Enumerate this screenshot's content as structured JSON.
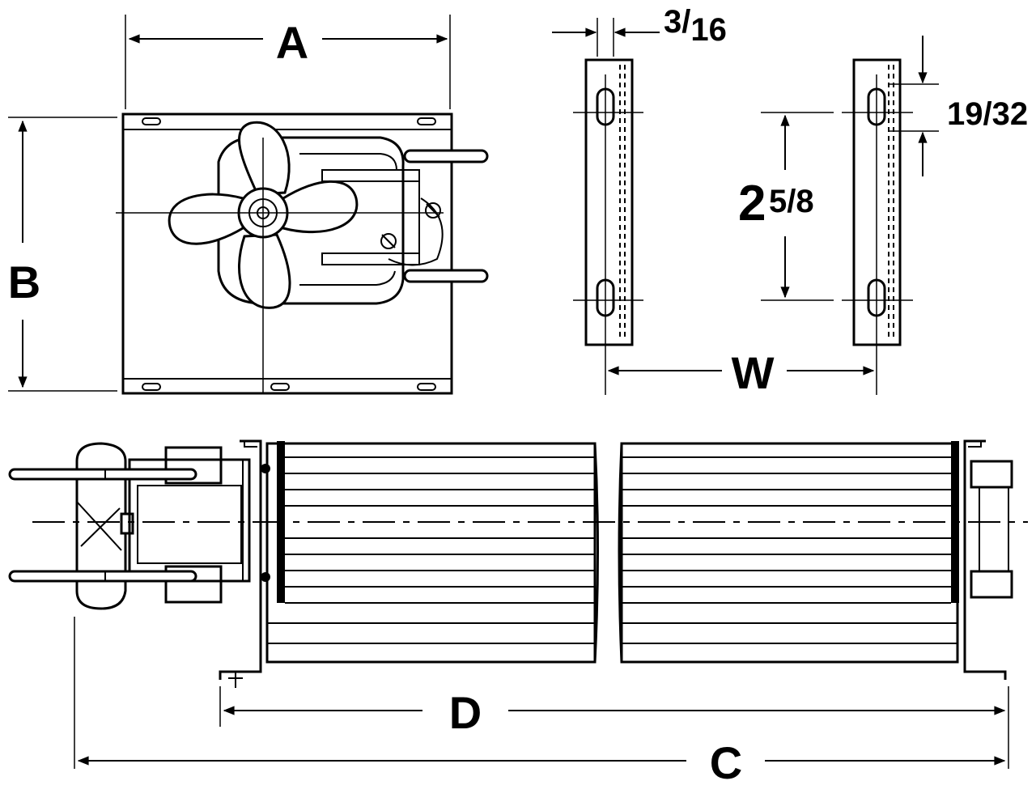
{
  "labels": {
    "a": "A",
    "b": "B",
    "c": "C",
    "d": "D",
    "w": "W",
    "slot_offset_num": "3",
    "slot_offset_sep": "/",
    "slot_offset_den": "16",
    "slot_length": "19/32",
    "hole_spacing_whole": "2",
    "hole_spacing_frac": "5/8"
  }
}
